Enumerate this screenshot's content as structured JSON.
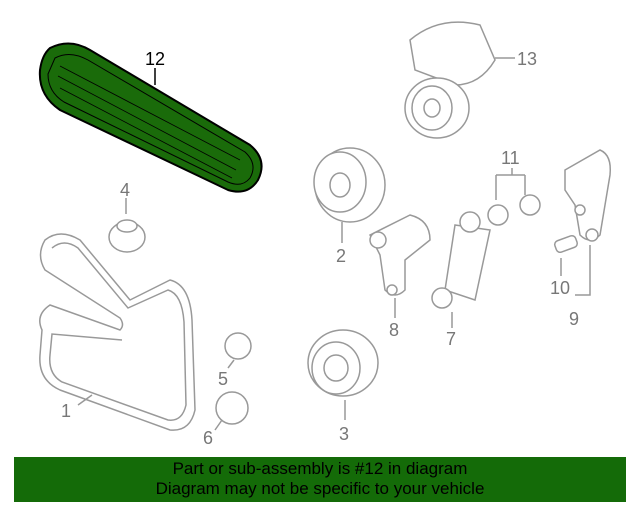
{
  "diagram": {
    "callouts": [
      "1",
      "2",
      "3",
      "4",
      "5",
      "6",
      "7",
      "8",
      "9",
      "10",
      "11",
      "12",
      "13"
    ],
    "highlight_color": "#146b08"
  },
  "banner": {
    "line1": "Part or sub-assembly is #12 in diagram",
    "line2": "Diagram may not be specific to your vehicle"
  }
}
